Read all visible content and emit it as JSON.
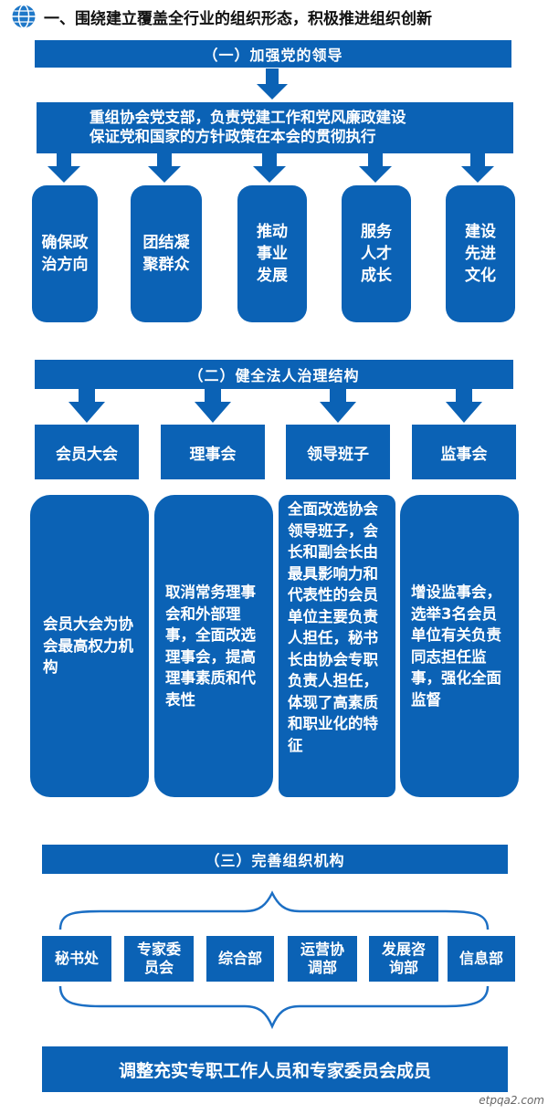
{
  "header": {
    "title": "一、围绕建立覆盖全行业的组织形态，积极推进组织创新",
    "icon": "globe-icon"
  },
  "section1": {
    "title": "（一）加强党的领导",
    "statement_lines": [
      "重组协会党支部，负责党建工作和党风廉政建设",
      "保证党和国家的方针政策在本会的贯彻执行"
    ],
    "cards": [
      "确保政治方向",
      "团结凝聚群众",
      "推动事业发展",
      "服务人才成长",
      "建设先进文化"
    ]
  },
  "section2": {
    "title": "（二）健全法人治理结构",
    "bodies": [
      "会员大会",
      "理事会",
      "领导班子",
      "监事会"
    ],
    "descriptions": [
      "会员大会为协会最高权力机构",
      "取消常务理事会和外部理事，全面改选理事会，提高理事素质和代表性",
      "全面改选协会领导班子，会长和副会长由最具影响力和代表性的会员单位主要负责人担任，秘书长由协会专职负责人担任，体现了高素质和职业化的特征",
      "增设监事会，选举3名会员单位有关负责同志担任监事，强化全面监督"
    ]
  },
  "section3": {
    "title": "（三）完善组织机构",
    "departments": [
      "秘书处",
      "专家委员会",
      "综合部",
      "运营协调部",
      "发展咨询部",
      "信息部"
    ],
    "footer": "调整充实专职工作人员和专家委员会成员"
  },
  "watermark": "etpqa2.com",
  "colors": {
    "primary": "#0b62b5",
    "arrow": "#0b62b5",
    "brace": "#1c6fc4",
    "text": "#ffffff"
  }
}
